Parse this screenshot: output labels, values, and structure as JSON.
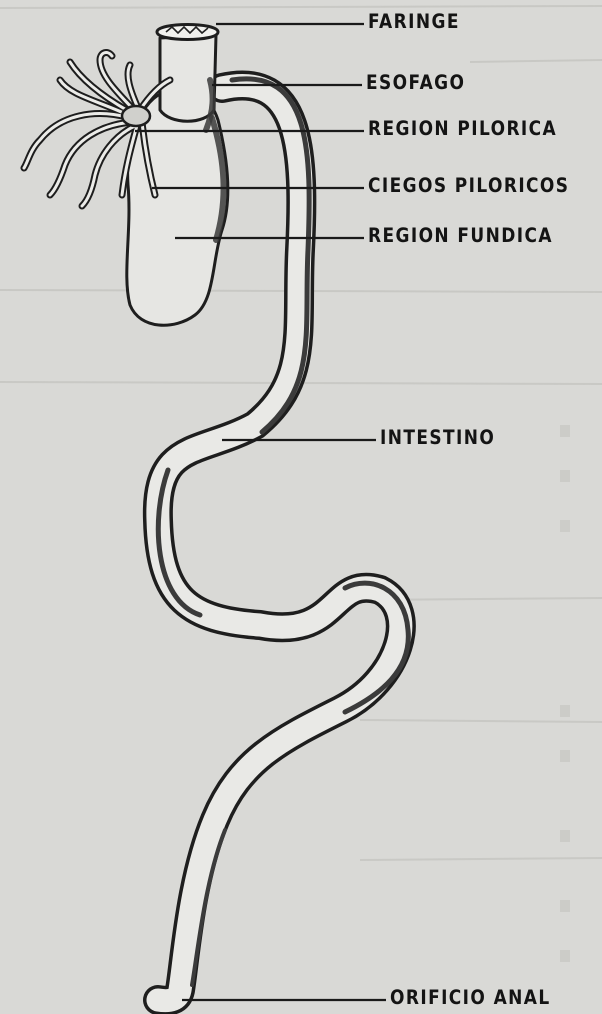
{
  "diagram": {
    "labels": {
      "faringe": "FARINGE",
      "esofago": "ESOFAGO",
      "region_pilorica": "REGION PILORICA",
      "ciegos_piloricos": "CIEGOS PILORICOS",
      "region_fundica": "REGION FUNDICA",
      "intestino": "INTESTINO",
      "orificio_anal": "ORIFICIO ANAL"
    },
    "colors": {
      "paper": "#d9d9d6",
      "ink": "#1e1e1e",
      "organ_fill": "#e6e6e3"
    }
  }
}
